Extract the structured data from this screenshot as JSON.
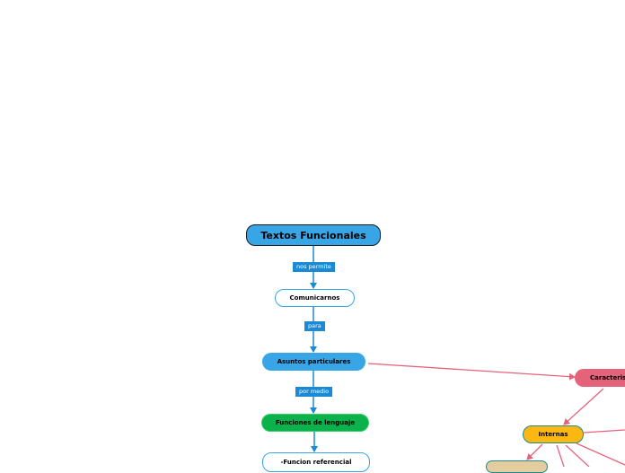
{
  "nodes": {
    "root": "Textos Funcionales",
    "comunicarnos": "Comunicarnos",
    "asuntos": "Asuntos particulares",
    "funciones": "Funciones de lenguaje",
    "referencial": "-Funcion referencial",
    "caracteristicas": "Caracteris",
    "internas": "Internas"
  },
  "links": {
    "nos_permite": "nos permite",
    "para": "para",
    "por_medio": "por medio"
  },
  "colors": {
    "blue": "#38a6e6",
    "link_blue": "#1b8ad6",
    "green": "#0bb14a",
    "pink": "#e5637a",
    "orange": "#fbb813",
    "tan": "#e3cc9e"
  }
}
